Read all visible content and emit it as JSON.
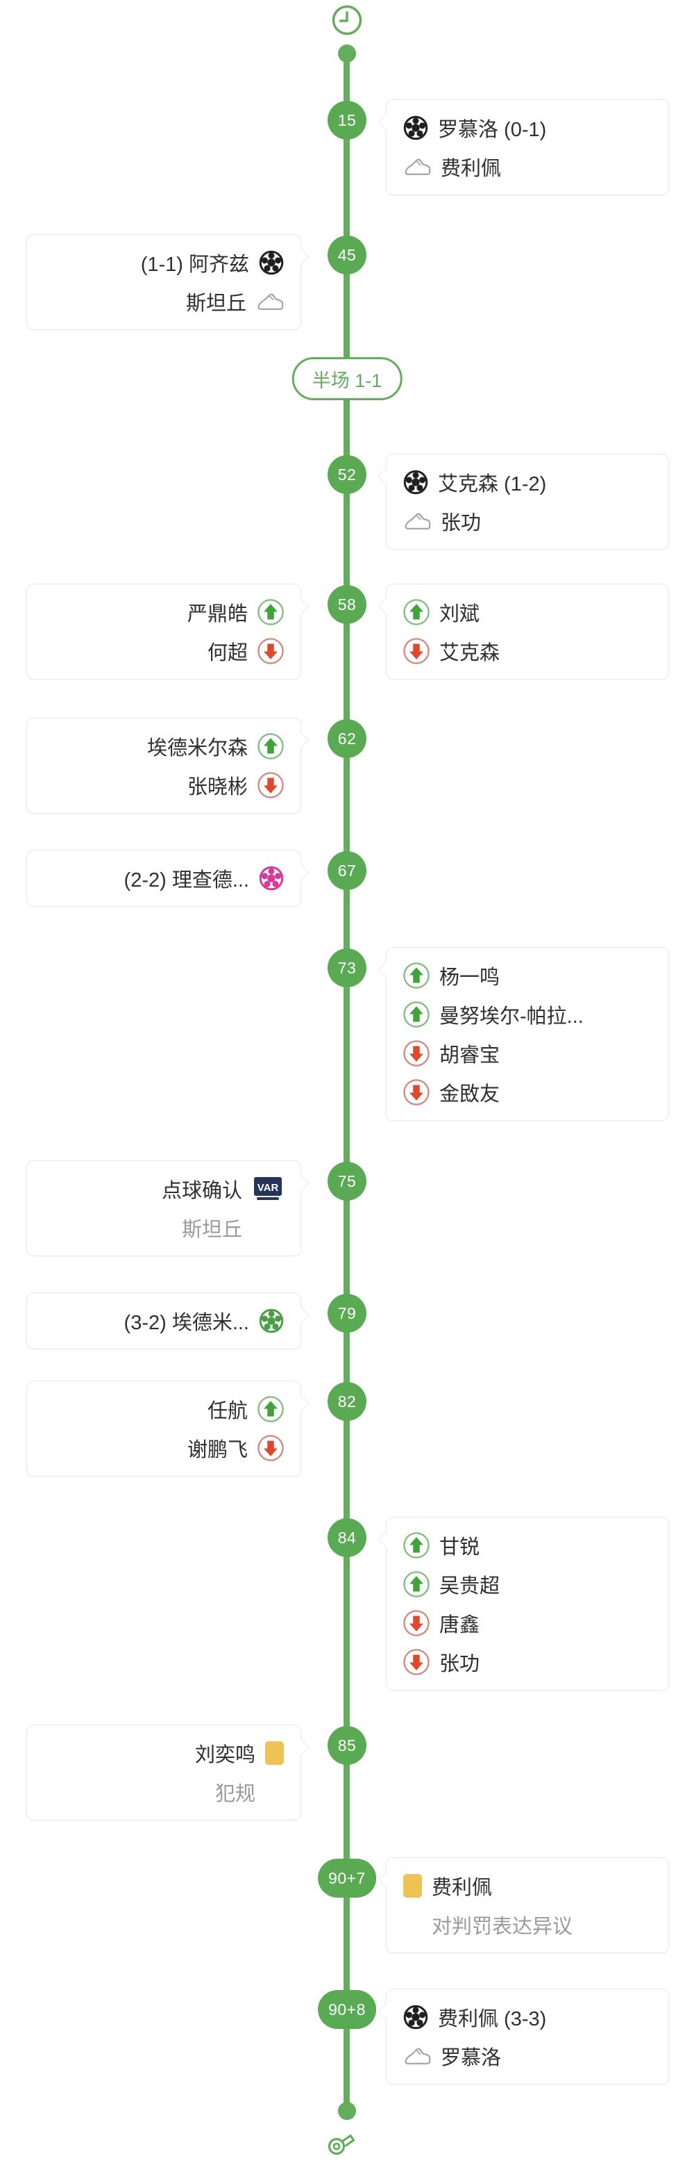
{
  "page": {
    "background": "#ffffff",
    "type": "football-match-timeline"
  },
  "colors": {
    "timeline_green": "#63ad5c",
    "node_green": "#5aaa53",
    "sub_in_green": "#3fa33a",
    "sub_out_red": "#e0482d",
    "yellow_card": "#edc355",
    "own_goal_pink": "#d8399c",
    "penalty_goal_green": "#4a9e45",
    "goal_ball_black": "#1f1f1f",
    "var_navy": "#24345a",
    "secondary_text": "#9a9a9a",
    "primary_text": "#2f2f2f"
  },
  "timeline": {
    "start_icon": "clock-icon",
    "end_icon": "whistle-icon",
    "halftime_label": "半场 1-1"
  },
  "events": [
    {
      "minute": "15",
      "right": [
        {
          "icon": "goal-ball-black",
          "text": "罗慕洛 (0-1)"
        },
        {
          "icon": "assist-shoe",
          "text": "费利佩"
        }
      ]
    },
    {
      "minute": "45",
      "left": [
        {
          "icon": "goal-ball-black",
          "text": "(1-1) 阿齐兹"
        },
        {
          "icon": "assist-shoe",
          "text": "斯坦丘"
        }
      ]
    },
    {
      "minute": "52",
      "right": [
        {
          "icon": "goal-ball-black",
          "text": "艾克森 (1-2)"
        },
        {
          "icon": "assist-shoe",
          "text": "张功"
        }
      ]
    },
    {
      "minute": "58",
      "left": [
        {
          "icon": "sub-in",
          "text": "严鼎皓"
        },
        {
          "icon": "sub-out",
          "text": "何超"
        }
      ],
      "right": [
        {
          "icon": "sub-in",
          "text": "刘斌"
        },
        {
          "icon": "sub-out",
          "text": "艾克森"
        }
      ]
    },
    {
      "minute": "62",
      "left": [
        {
          "icon": "sub-in",
          "text": "埃德米尔森"
        },
        {
          "icon": "sub-out",
          "text": "张晓彬"
        }
      ]
    },
    {
      "minute": "67",
      "left": [
        {
          "icon": "goal-ball-pink",
          "text": "(2-2) 理查德..."
        }
      ]
    },
    {
      "minute": "73",
      "right": [
        {
          "icon": "sub-in",
          "text": "杨一鸣"
        },
        {
          "icon": "sub-in",
          "text": "曼努埃尔-帕拉..."
        },
        {
          "icon": "sub-out",
          "text": "胡睿宝"
        },
        {
          "icon": "sub-out",
          "text": "金敃友"
        }
      ]
    },
    {
      "minute": "75",
      "left": [
        {
          "icon": "var-badge",
          "text": "点球确认"
        },
        {
          "spacer": "var-badge",
          "text": "斯坦丘",
          "secondary": true
        }
      ]
    },
    {
      "minute": "79",
      "left": [
        {
          "icon": "goal-ball-green",
          "text": "(3-2) 埃德米..."
        }
      ]
    },
    {
      "minute": "82",
      "left": [
        {
          "icon": "sub-in",
          "text": "任航"
        },
        {
          "icon": "sub-out",
          "text": "谢鹏飞"
        }
      ]
    },
    {
      "minute": "84",
      "right": [
        {
          "icon": "sub-in",
          "text": "甘锐"
        },
        {
          "icon": "sub-in",
          "text": "吴贵超"
        },
        {
          "icon": "sub-out",
          "text": "唐鑫"
        },
        {
          "icon": "sub-out",
          "text": "张功"
        }
      ]
    },
    {
      "minute": "85",
      "left": [
        {
          "icon": "yellow-card",
          "text": "刘奕鸣"
        },
        {
          "spacer": "yellow-card",
          "text": "犯规",
          "secondary": true
        }
      ]
    },
    {
      "minute": "90+7",
      "right": [
        {
          "icon": "yellow-card",
          "text": "费利佩"
        },
        {
          "spacer": "yellow-card",
          "text": "对判罚表达异议",
          "secondary": true
        }
      ]
    },
    {
      "minute": "90+8",
      "right": [
        {
          "icon": "goal-ball-black",
          "text": "费利佩 (3-3)"
        },
        {
          "icon": "assist-shoe",
          "text": "罗慕洛"
        }
      ]
    }
  ]
}
